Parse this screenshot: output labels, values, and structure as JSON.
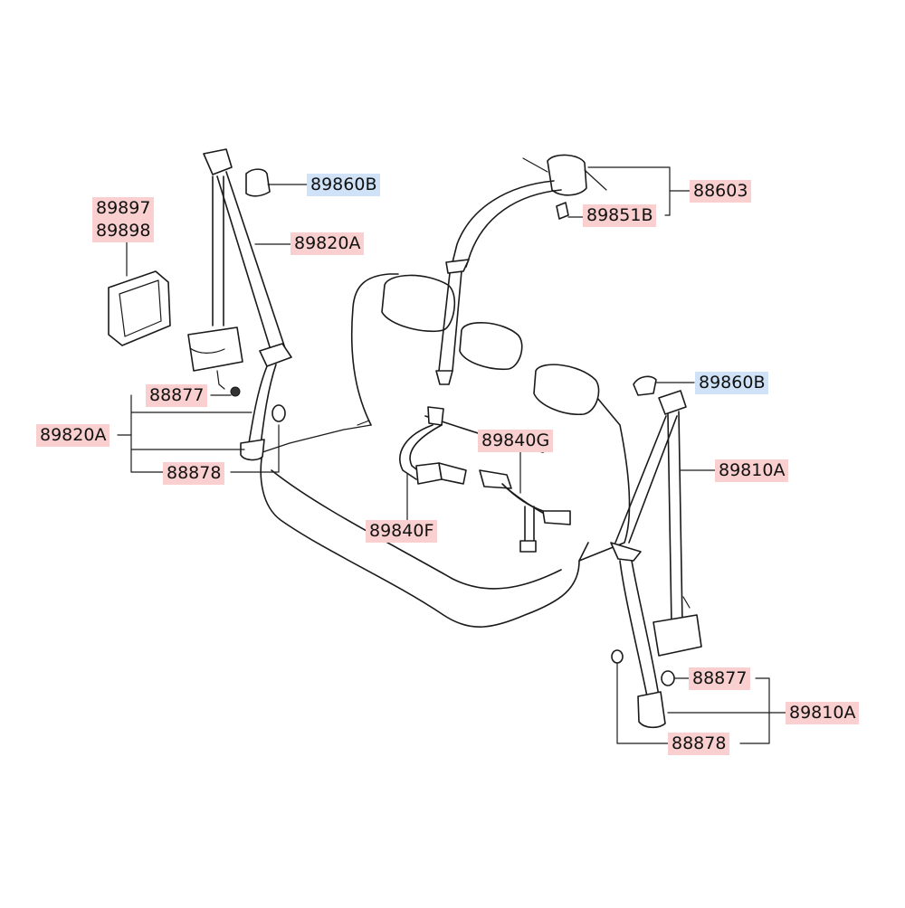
{
  "diagram": {
    "labels": {
      "lbl_89897": "89897",
      "lbl_89898": "89898",
      "lbl_89860B_left": "89860B",
      "lbl_89820A_top": "89820A",
      "lbl_88877_left": "88877",
      "lbl_89820A_left": "89820A",
      "lbl_88878_left": "88878",
      "lbl_88603": "88603",
      "lbl_89851B": "89851B",
      "lbl_89840G": "89840G",
      "lbl_89840F": "89840F",
      "lbl_89860B_right": "89860B",
      "lbl_89810A_mid": "89810A",
      "lbl_88877_right": "88877",
      "lbl_89810A_right": "89810A",
      "lbl_88878_right": "88878"
    },
    "colors": {
      "label_bg_red": "#f9cfcf",
      "label_bg_blue": "#cfe2f7",
      "line": "#1a1a1a"
    }
  }
}
